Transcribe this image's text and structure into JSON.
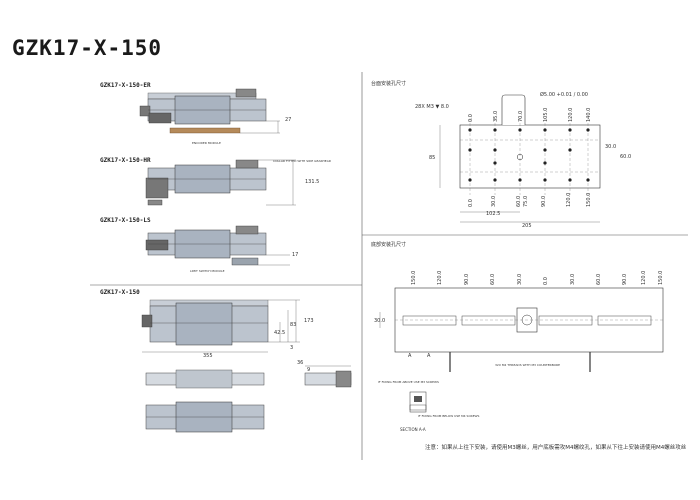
{
  "title": "GZK17-X-150",
  "variants": {
    "er": {
      "label": "GZK17-X-150-ER",
      "note": "ENCODER MODULE",
      "dim": "27"
    },
    "hr": {
      "label": "GZK17-X-150-HR",
      "note": "COLLAR FITTED WITH\nSIDE GEARHEAD",
      "dim": "131.5"
    },
    "ls": {
      "label": "GZK17-X-150-LS",
      "note": "LIMIT SWITCH MODULE",
      "dim": "17"
    },
    "base": {
      "label": "GZK17-X-150",
      "dims": {
        "total_h": "173",
        "h1": "83",
        "h2": "42.5",
        "h3": "3",
        "width": "355",
        "side_w": "36",
        "side_h": "9"
      }
    }
  },
  "top_view": {
    "heading": "台面安装孔尺寸",
    "callouts": {
      "thread": "28X M3 ▼ 8.0",
      "hole": "Ø5.00 +0.01 / 0.00"
    },
    "top_dims": [
      "0.0",
      "35.0",
      "70.0",
      "105.0",
      "120.0",
      "140.0"
    ],
    "bottom_dims": [
      "0.0",
      "30.0",
      "60.0",
      "75.0",
      "90.0",
      "120.0",
      "150.0"
    ],
    "span_dims": {
      "a": "102.5",
      "b": "205"
    },
    "side_dims": {
      "a": "85",
      "b": "30.0",
      "c": "60.0"
    }
  },
  "bottom_view": {
    "heading": "底部安装孔尺寸",
    "top_dims": [
      "150.0",
      "120.0",
      "90.0",
      "60.0",
      "30.0",
      "0.0",
      "30.0",
      "60.0",
      "90.0",
      "120.0",
      "150.0"
    ],
    "side_dim": "30.0",
    "section_marks": [
      "A",
      "A"
    ],
    "screw_note": "32X M4 THREADS\nWITH M3 COUNTERBORE",
    "above_note": "IF FIXING FROM ABOVE\nUSE M3 SCREWS",
    "below_note": "IF FIXING FROM BELOW\nUSE M4 SCREWS",
    "section": "SECTION A-A"
  },
  "note": "注意：如果从上往下安装，请使用M3螺丝，用户底板需攻M4螺纹孔，如果从下往上安装请使用M4螺丝攻丝"
}
